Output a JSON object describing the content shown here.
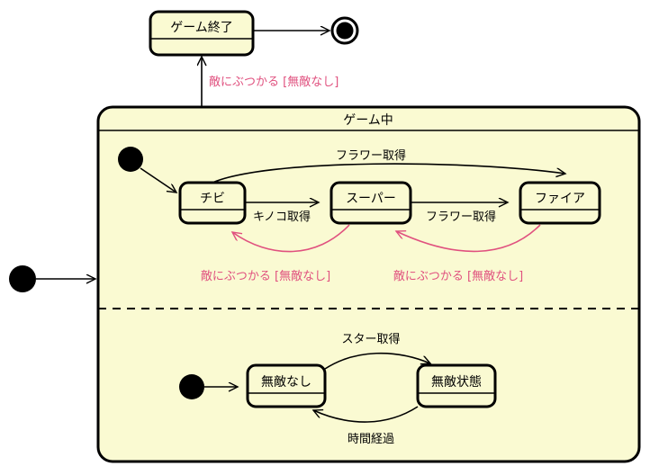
{
  "diagram": {
    "type": "uml-state-machine",
    "title_text": "ゲーム中",
    "colors": {
      "state_fill": "#FAFAD2",
      "state_stroke": "#000000",
      "transition_stroke": "#000000",
      "damage_transition": "#E0517F",
      "background": "#FFFFFF"
    }
  },
  "states": {
    "game_over": {
      "label": "ゲーム終了"
    },
    "game_playing": {
      "label": "ゲーム中"
    },
    "chibi": {
      "label": "チビ"
    },
    "super": {
      "label": "スーパー"
    },
    "fire": {
      "label": "ファイア"
    },
    "no_invincible": {
      "label": "無敵なし"
    },
    "invincible": {
      "label": "無敵状態"
    }
  },
  "pseudostates": {
    "outer_initial": {
      "name": "initial-state"
    },
    "upper_region_initial": {
      "name": "initial-state"
    },
    "lower_region_initial": {
      "name": "initial-state"
    },
    "final": {
      "name": "final-state"
    }
  },
  "transitions": [
    {
      "id": "t1",
      "from": "game_playing",
      "to": "game_over",
      "label": "敵にぶつかる [無敵なし]",
      "style": "damage"
    },
    {
      "id": "t2",
      "from": "game_over",
      "to": "final",
      "label": "",
      "style": "normal"
    },
    {
      "id": "t3",
      "from": "chibi",
      "to": "super",
      "label": "キノコ取得",
      "style": "normal"
    },
    {
      "id": "t4",
      "from": "super",
      "to": "fire",
      "label": "フラワー取得",
      "style": "normal"
    },
    {
      "id": "t5",
      "from": "chibi",
      "to": "fire",
      "label": "フラワー取得",
      "style": "normal"
    },
    {
      "id": "t6",
      "from": "super",
      "to": "chibi",
      "label": "敵にぶつかる [無敵なし]",
      "style": "damage"
    },
    {
      "id": "t7",
      "from": "fire",
      "to": "super",
      "label": "敵にぶつかる [無敵なし]",
      "style": "damage"
    },
    {
      "id": "t8",
      "from": "no_invincible",
      "to": "invincible",
      "label": "スター取得",
      "style": "normal"
    },
    {
      "id": "t9",
      "from": "invincible",
      "to": "no_invincible",
      "label": "時間経過",
      "style": "normal"
    }
  ],
  "labels": {
    "game_over_guard": "敵にぶつかる [無敵なし]",
    "mushroom": "キノコ取得",
    "flower_super_to_fire": "フラワー取得",
    "flower_chibi_to_fire": "フラワー取得",
    "damage_super_to_chibi": "敵にぶつかる [無敵なし]",
    "damage_fire_to_super": "敵にぶつかる [無敵なし]",
    "star": "スター取得",
    "time": "時間経過"
  }
}
